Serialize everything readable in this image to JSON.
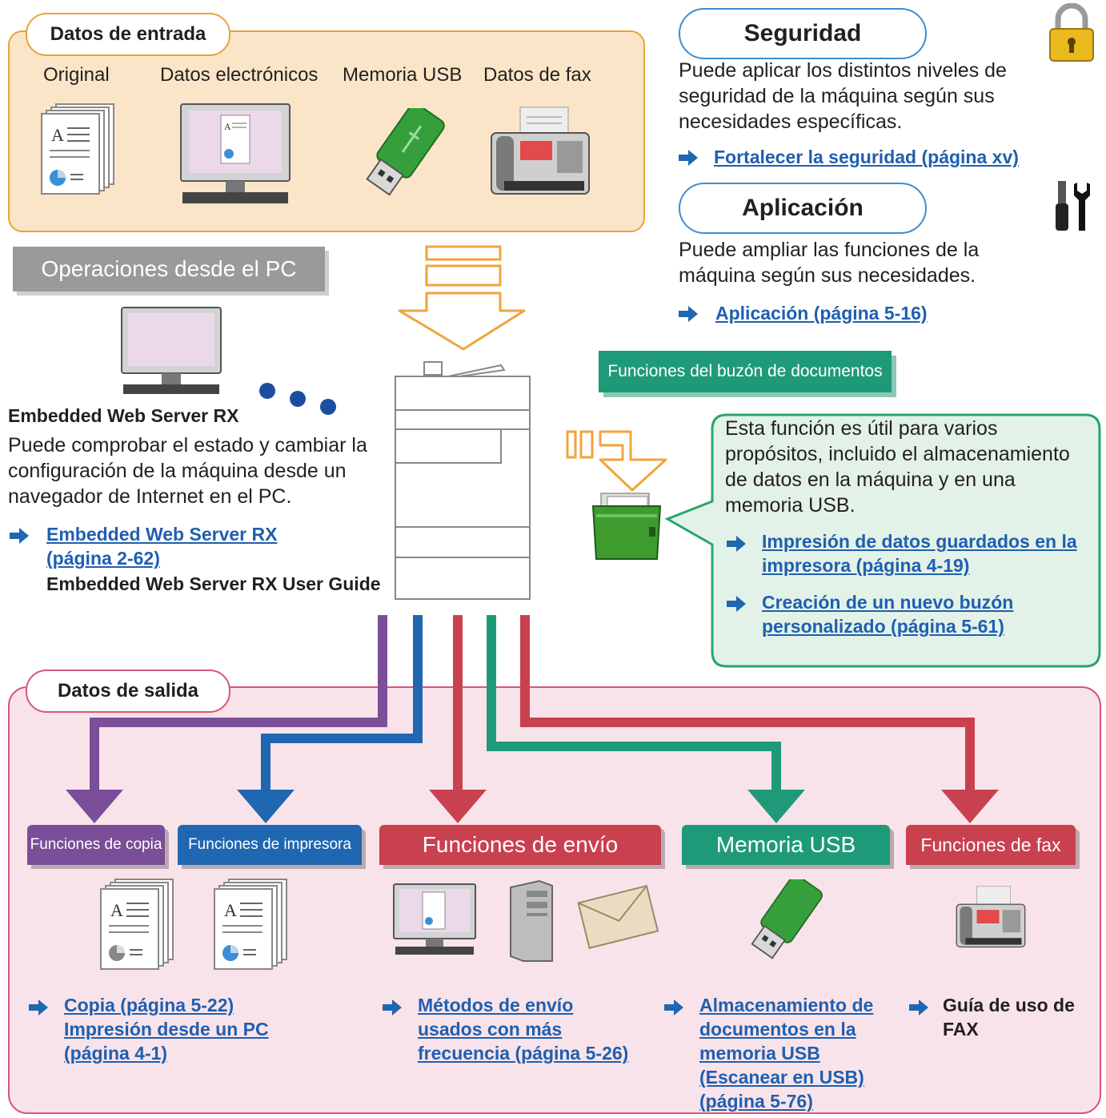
{
  "input": {
    "title": "Datos de entrada",
    "items": [
      "Original",
      "Datos electrónicos",
      "Memoria USB",
      "Datos de fax"
    ]
  },
  "security": {
    "title": "Seguridad",
    "text": "Puede aplicar los distintos niveles de seguridad de la máquina según sus necesidades específicas.",
    "link": "Fortalecer la seguridad (página xv)"
  },
  "application": {
    "title": "Aplicación",
    "text": "Puede ampliar las funciones de la máquina según sus necesidades.",
    "link": "Aplicación (página 5-16)"
  },
  "pc": {
    "title": "Operaciones desde el PC",
    "name": "Embedded Web Server RX",
    "text": "Puede comprobar el estado y cambiar la configuración de la máquina desde un navegador de Internet en el PC.",
    "link": "Embedded Web Server RX (página 2-62)",
    "guide": "Embedded Web Server RX User Guide"
  },
  "docbox": {
    "title": "Funciones del buzón de documentos",
    "text": "Esta función es útil para varios propósitos, incluido el almacenamiento de datos en la máquina y en una memoria USB.",
    "links": [
      "Impresión de datos guardados en la impresora (página 4-19)",
      "Creación de un nuevo buzón personalizado (página 5-61)"
    ]
  },
  "output": {
    "title": "Datos de salida",
    "tabs": [
      {
        "label": "Funciones de copia",
        "color": "#7a4e98"
      },
      {
        "label": "Funciones de impresora",
        "color": "#1f67b1"
      },
      {
        "label": "Funciones de envío",
        "color": "#c9404f"
      },
      {
        "label": "Memoria USB",
        "color": "#1f9a78"
      },
      {
        "label": "Funciones de fax",
        "color": "#c9404f"
      }
    ],
    "links_copy": [
      "Copia (página 5-22)",
      "Impresión desde un PC (página 4-1)"
    ],
    "links_send": [
      "Métodos de envío usados con más frecuencia (página 5-26)"
    ],
    "links_usb": [
      "Almacenamiento de documentos en la memoria USB (Escanear en USB) (página 5-76)"
    ],
    "fax_guide": "Guía de uso de FAX"
  }
}
